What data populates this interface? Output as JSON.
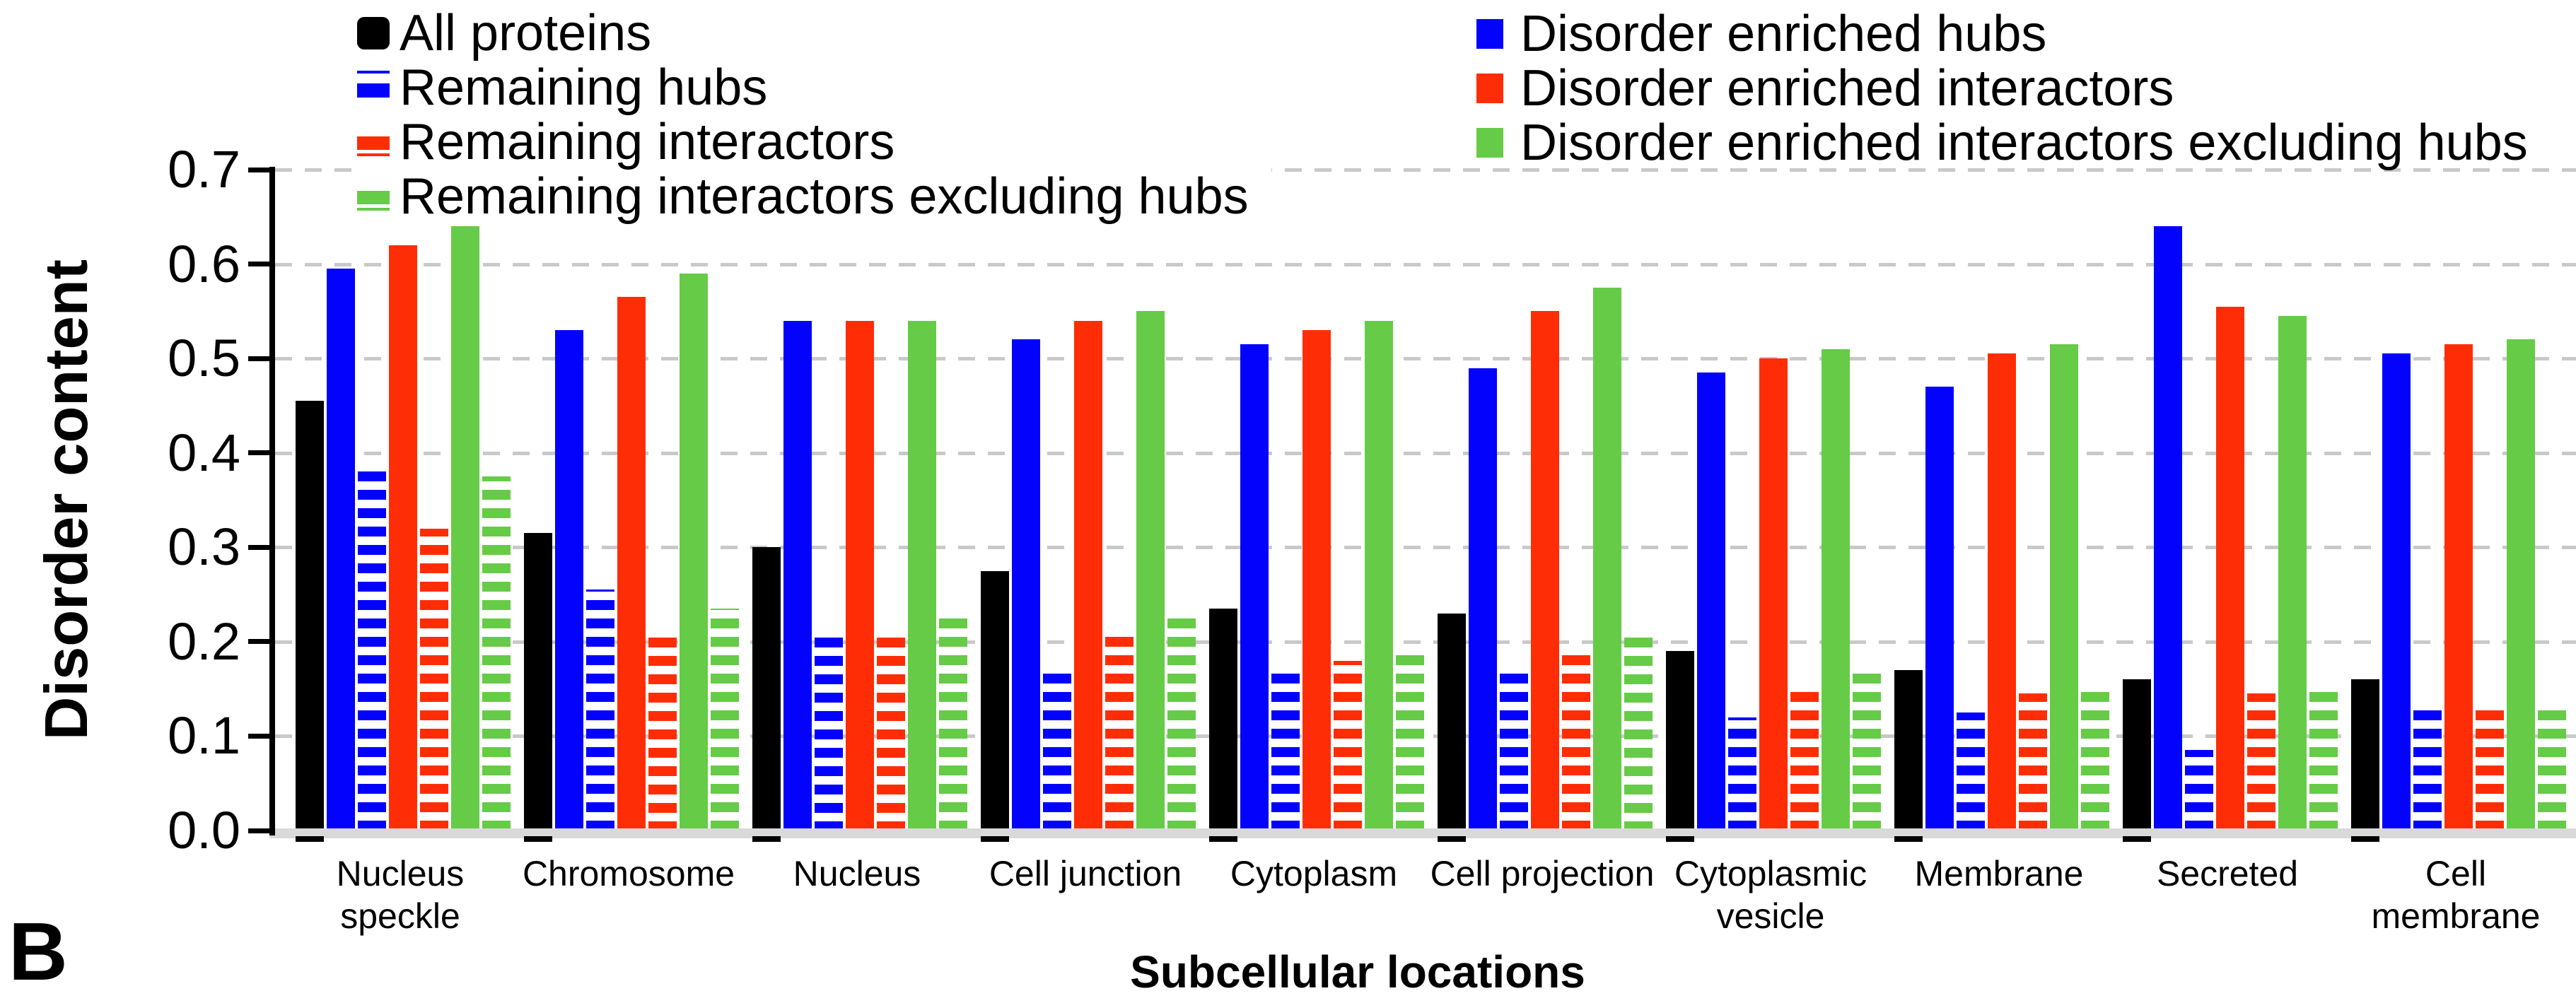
{
  "panel_label": "B",
  "y_axis": {
    "title": "Disorder content",
    "tick_labels": [
      "0.0",
      "0.1",
      "0.2",
      "0.3",
      "0.4",
      "0.5",
      "0.6",
      "0.7"
    ],
    "min": 0.0,
    "max": 0.7
  },
  "x_axis": {
    "title": "Subcellular locations"
  },
  "colors": {
    "black": "#000000",
    "blue": "#0202fd",
    "red": "#ff2d05",
    "green": "#66cb47",
    "gridline": "#c9c9c9",
    "baseline_strip": "#d9d9d9"
  },
  "legend_left": [
    {
      "label": "All proteins",
      "color": "black",
      "key_style": "solid-rounded"
    },
    {
      "label": "Remaining hubs",
      "color": "blue",
      "key_style": "line-block"
    },
    {
      "label": "Remaining interactors",
      "color": "red",
      "key_style": "block-line"
    },
    {
      "label": "Remaining interactors excluding hubs",
      "color": "green",
      "key_style": "block-line"
    }
  ],
  "legend_right": [
    {
      "label": "Disorder enriched hubs",
      "color": "blue",
      "key_style": "solid"
    },
    {
      "label": "Disorder enriched interactors",
      "color": "red",
      "key_style": "solid"
    },
    {
      "label": "Disorder enriched interactors excluding hubs",
      "color": "green",
      "key_style": "solid"
    }
  ],
  "chart_data": {
    "type": "bar",
    "title": "",
    "xlabel": "Subcellular locations",
    "ylabel": "Disorder content",
    "ylim": [
      0,
      0.7
    ],
    "grid": "horizontal dashed gridlines every 0.1",
    "legend_position": "top (two blocks: left and right)",
    "categories": [
      "Nucleus speckle",
      "Chromosome",
      "Nucleus",
      "Cell junction",
      "Cytoplasm",
      "Cell projection",
      "Cytoplasmic vesicle",
      "Membrane",
      "Secreted",
      "Cell membrane"
    ],
    "category_label_lines": [
      [
        "Nucleus",
        "speckle"
      ],
      [
        "Chromosome"
      ],
      [
        "Nucleus"
      ],
      [
        "Cell junction"
      ],
      [
        "Cytoplasm"
      ],
      [
        "Cell projection"
      ],
      [
        "Cytoplasmic",
        "vesicle"
      ],
      [
        "Membrane"
      ],
      [
        "Secreted"
      ],
      [
        "Cell",
        "membrane"
      ]
    ],
    "series": [
      {
        "name": "All proteins",
        "color": "black",
        "pattern": "solid",
        "values": [
          0.455,
          0.315,
          0.3,
          0.275,
          0.235,
          0.23,
          0.19,
          0.17,
          0.16,
          0.16
        ]
      },
      {
        "name": "Disorder enriched hubs",
        "color": "blue",
        "pattern": "solid",
        "values": [
          0.595,
          0.53,
          0.54,
          0.52,
          0.515,
          0.49,
          0.485,
          0.47,
          0.64,
          0.505
        ]
      },
      {
        "name": "Remaining hubs",
        "color": "blue",
        "pattern": "striped",
        "values": [
          0.38,
          0.255,
          0.21,
          0.175,
          0.17,
          0.175,
          0.12,
          0.125,
          0.085,
          0.135
        ]
      },
      {
        "name": "Disorder enriched interactors",
        "color": "red",
        "pattern": "solid",
        "values": [
          0.62,
          0.565,
          0.54,
          0.54,
          0.53,
          0.55,
          0.5,
          0.505,
          0.555,
          0.515
        ]
      },
      {
        "name": "Remaining interactors",
        "color": "red",
        "pattern": "striped",
        "values": [
          0.32,
          0.21,
          0.21,
          0.205,
          0.18,
          0.19,
          0.15,
          0.145,
          0.145,
          0.135
        ]
      },
      {
        "name": "Disorder enriched interactors excluding hubs",
        "color": "green",
        "pattern": "solid",
        "values": [
          0.64,
          0.59,
          0.54,
          0.55,
          0.54,
          0.575,
          0.51,
          0.515,
          0.545,
          0.52
        ]
      },
      {
        "name": "Remaining interactors excluding hubs",
        "color": "green",
        "pattern": "striped",
        "values": [
          0.375,
          0.235,
          0.225,
          0.23,
          0.195,
          0.21,
          0.17,
          0.15,
          0.155,
          0.13
        ]
      }
    ]
  }
}
